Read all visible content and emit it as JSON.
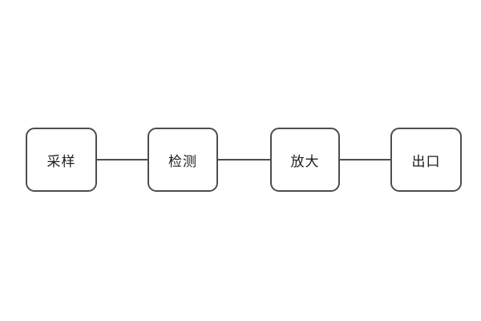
{
  "diagram": {
    "title": "signal-flow-diagram",
    "background_color": "#ffffff",
    "line_color": "#4d4d4d",
    "text_color": "#1c1c1c",
    "nodes": [
      {
        "id": "sampling",
        "label": "采样"
      },
      {
        "id": "detection",
        "label": "检测"
      },
      {
        "id": "amplification",
        "label": "放大"
      },
      {
        "id": "output",
        "label": "出口"
      }
    ],
    "connections": [
      {
        "from": "sampling",
        "to": "detection"
      },
      {
        "from": "detection",
        "to": "amplification"
      },
      {
        "from": "amplification",
        "to": "output"
      }
    ]
  }
}
